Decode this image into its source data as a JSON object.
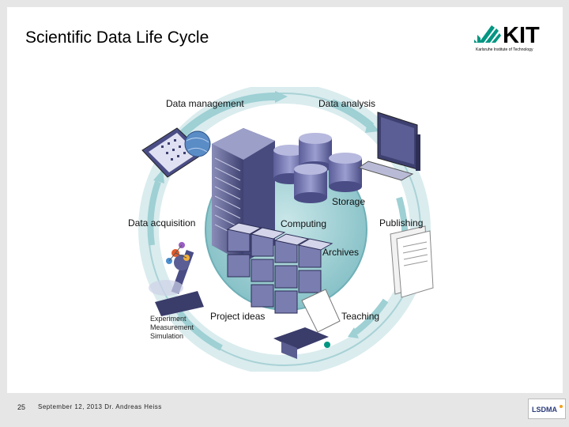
{
  "slide": {
    "title": "Scientific Data Life Cycle",
    "number": "25",
    "date_author": "September 12, 2013   Dr. Andreas Heiss"
  },
  "logos": {
    "kit_text": "KIT",
    "kit_subtitle": "Karlsruhe Institute of Technology",
    "lsdma_text": "LSDMA"
  },
  "diagram": {
    "labels": {
      "data_management": "Data management",
      "data_analysis": "Data analysis",
      "data_acquisition": "Data acquisition",
      "publishing": "Publishing",
      "storage": "Storage",
      "computing": "Computing",
      "archives": "Archives",
      "project_ideas": "Project ideas",
      "teaching": "Teaching",
      "experiment": "Experiment",
      "measurement": "Measurement",
      "simulation": "Simulation"
    }
  },
  "colors": {
    "kit_green": "#009682",
    "ring": "#c3dde0",
    "ring_edge": "#9fc7cc",
    "center_disc": "#8fc6cc",
    "server": "#5b5f8f",
    "storage_cyl": "#6d70a8",
    "arrow": "#9ed0d4"
  }
}
